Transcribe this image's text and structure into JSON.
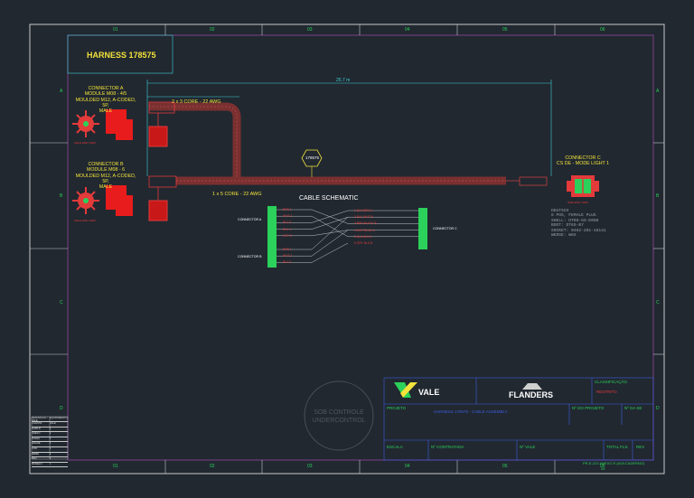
{
  "colors": {
    "background": "#212830",
    "border_outer": "#c9c9c9",
    "border_inner": "#7a3f8a",
    "yellow": "#f2e23a",
    "green": "#2bd15a",
    "red": "#e33a3a",
    "blue": "#3d5de0",
    "cyan": "#3fd0d8",
    "cable": "#7a3030"
  },
  "grid": {
    "columns": [
      "01",
      "02",
      "03",
      "04",
      "05",
      "06"
    ],
    "rows": [
      "A",
      "B",
      "C",
      "D"
    ]
  },
  "title_block": {
    "harness_title": "HARNESS 178575"
  },
  "dimension": {
    "overall_length": "25.7 m"
  },
  "cables": {
    "cable_ab": "2 x 3 CORE - 22 AWG",
    "cable_main": "1 x 5 CORE - 22 AWG",
    "tag": "178575"
  },
  "connectors": {
    "a": {
      "lines": [
        "CONNECTOR A",
        "MODULE M08 - 4/5",
        "MOULDED M12, A-CODED, 5P,",
        "MALE"
      ],
      "face_label": "MALE END VIEW"
    },
    "b": {
      "lines": [
        "CONNECTOR B",
        "MODULE M08 - 6",
        "MOULDED M12, A-CODED, 5P,",
        "MALE"
      ],
      "face_label": "MALE END VIEW"
    },
    "c": {
      "lines": [
        "CONNECTOR C",
        "CS DE - MODE LIGHT 1"
      ],
      "face_label": "SIDE END VIEW",
      "spec": [
        "DEUTSCH",
        "6 POS, FEMALE PLUG",
        "SHELL: DT06-6S-E008",
        "BOOT: DT6S-B7",
        "SOCKET: 0462-201-16141",
        "WEDGE: W6S"
      ]
    }
  },
  "schematic": {
    "title": "CABLE SCHEMATIC",
    "connector_a_label": "CONNECTOR A",
    "connector_b_label": "CONNECTOR B",
    "connector_c_label": "CONNECTOR C",
    "a_wires": [
      "BRN 1",
      "WHT 2",
      "BLU 3",
      "BLK 4",
      "GRY 5"
    ],
    "b_wires": [
      "BRN 1",
      "WHT 2",
      "BLU 3"
    ],
    "c_wires": [
      "1 BLK BRN A",
      "2 BLU WHT B",
      "3 BRN BLACK B",
      "4 WHT BLUE A",
      "5 BLU BLK A",
      "6 GRY BLU B"
    ]
  },
  "title_box": {
    "classification_label": "CLASSIFICAÇÃO",
    "classification_value": "RESTRITO",
    "vale_logo": "VALE",
    "flanders_logo": "FLANDERS",
    "projeto_label": "PROJETO",
    "projeto_value": "HARNESS 178575 - CABLE ASSEMBLY",
    "n_projeto_label": "Nº DO PROJETO",
    "n_se_label": "Nº DA SE",
    "escala_label": "ESCALA",
    "contratada_label": "Nº CONTRATADA",
    "nvale_label": "Nº VALE",
    "total_fls_label": "TOTAL FLS.",
    "rev_label": "REV",
    "sheet_ref": "PR-E-222 ANEXO E (A3/LCADERNO)",
    "sheet_num": "05"
  },
  "watermark": {
    "line1": "SOB CONTROLE",
    "line2": "UNDERCONTROL"
  },
  "revision_table": {
    "headers": [
      "DESCRIÇÃO / VALE",
      "EQUIPAMENTO"
    ],
    "rows": [
      [
        "CLIENTE",
        "VALE"
      ],
      [
        "CAPA D",
        "1"
      ],
      [
        "ANEXO",
        "1"
      ],
      [
        "FOLHA",
        "1"
      ],
      [
        "GRADE",
        "1"
      ],
      [
        "CÓD.",
        "1"
      ],
      [
        "SÉRIE",
        "1"
      ],
      [
        "REV",
        "1"
      ],
      [
        "MODELO",
        "1"
      ]
    ]
  }
}
